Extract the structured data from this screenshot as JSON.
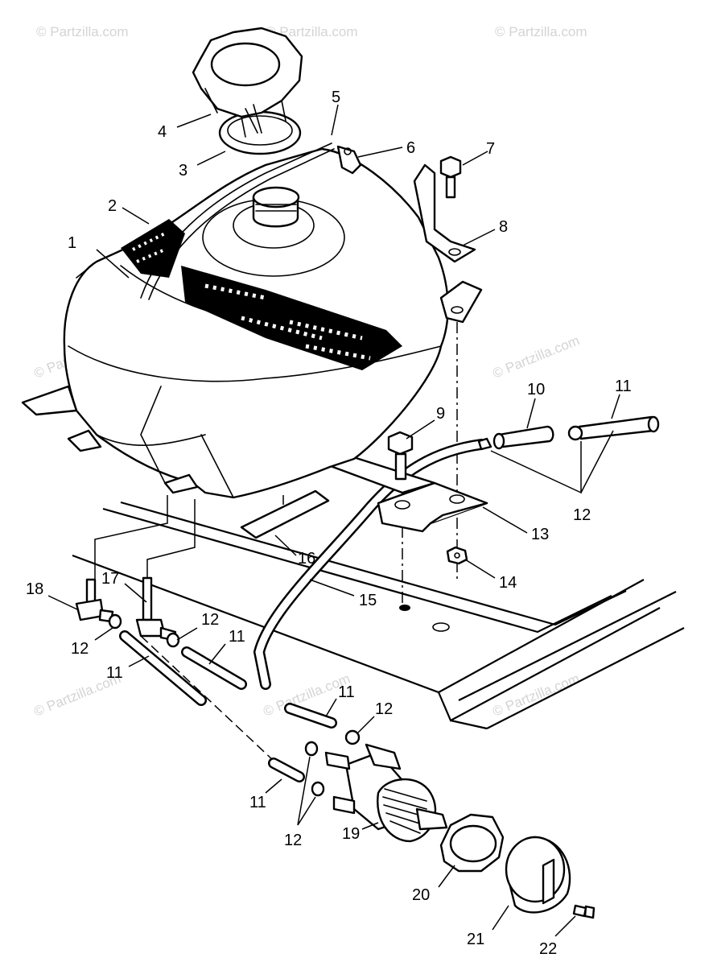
{
  "watermark": "© Partzilla.com",
  "callouts": [
    {
      "id": "c1",
      "text": "1"
    },
    {
      "id": "c2",
      "text": "2"
    },
    {
      "id": "c3",
      "text": "3"
    },
    {
      "id": "c4",
      "text": "4"
    },
    {
      "id": "c5",
      "text": "5"
    },
    {
      "id": "c6",
      "text": "6"
    },
    {
      "id": "c7",
      "text": "7"
    },
    {
      "id": "c8",
      "text": "8"
    },
    {
      "id": "c9",
      "text": "9"
    },
    {
      "id": "c10",
      "text": "10"
    },
    {
      "id": "c11a",
      "text": "11"
    },
    {
      "id": "c12a",
      "text": "12"
    },
    {
      "id": "c13",
      "text": "13"
    },
    {
      "id": "c14",
      "text": "14"
    },
    {
      "id": "c15",
      "text": "15"
    },
    {
      "id": "c16",
      "text": "16"
    },
    {
      "id": "c17",
      "text": "17"
    },
    {
      "id": "c18",
      "text": "18"
    },
    {
      "id": "c12b",
      "text": "12"
    },
    {
      "id": "c12c",
      "text": "12"
    },
    {
      "id": "c11b",
      "text": "11"
    },
    {
      "id": "c11c",
      "text": "11"
    },
    {
      "id": "c11d",
      "text": "11"
    },
    {
      "id": "c12d",
      "text": "12"
    },
    {
      "id": "c11e",
      "text": "11"
    },
    {
      "id": "c12e",
      "text": "12"
    },
    {
      "id": "c19",
      "text": "19"
    },
    {
      "id": "c20",
      "text": "20"
    },
    {
      "id": "c21",
      "text": "21"
    },
    {
      "id": "c22",
      "text": "22"
    }
  ]
}
